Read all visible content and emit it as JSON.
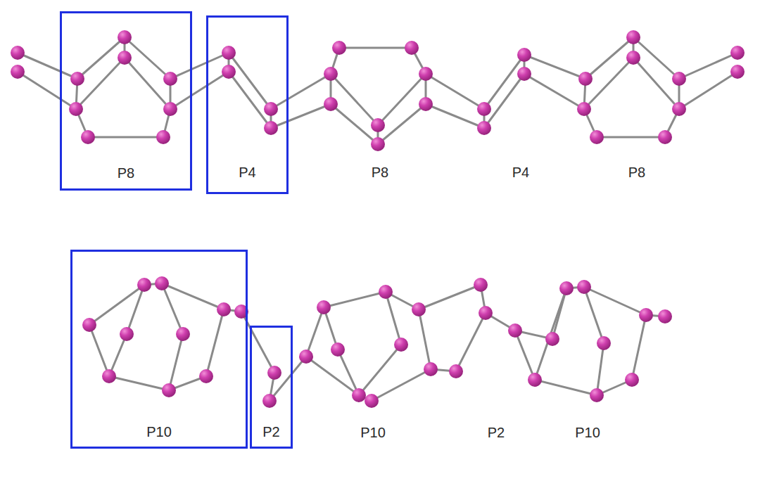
{
  "diagram": {
    "nodes": [
      {
        "text": [
          "P8"
        ]
      },
      {
        "text": [
          "P4"
        ]
      },
      {
        "text": [
          "P10"
        ]
      },
      {
        "text": [
          "P2"
        ]
      }
    ],
    "labels": [
      "P8",
      "P4",
      "P8",
      "P10",
      "P2",
      "P10"
    ]
  }
}
